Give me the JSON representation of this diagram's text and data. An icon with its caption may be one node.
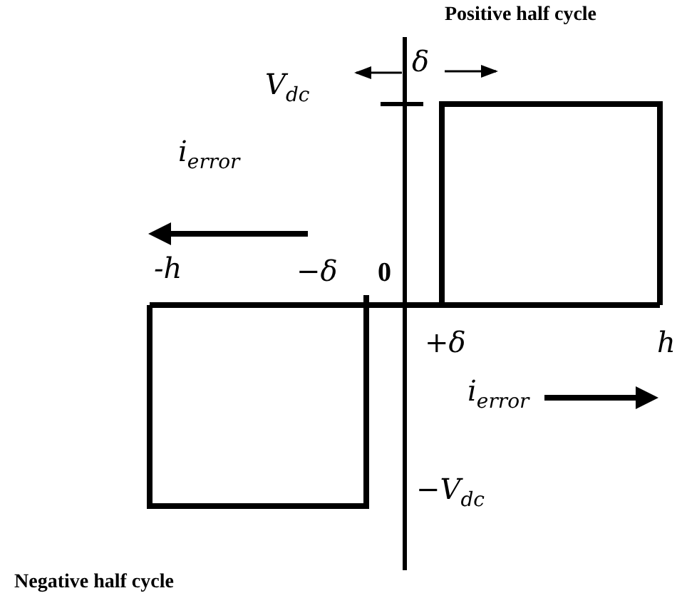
{
  "diagram": {
    "labels": [
      "Positive half cycle",
      "δ",
      "V$_{dc}$",
      "i$_{error}$",
      "-h",
      "−δ",
      "0",
      "+δ",
      "h",
      "i$_{error}$",
      "−V$_{dc}$",
      "Negative half cycle"
    ]
  }
}
